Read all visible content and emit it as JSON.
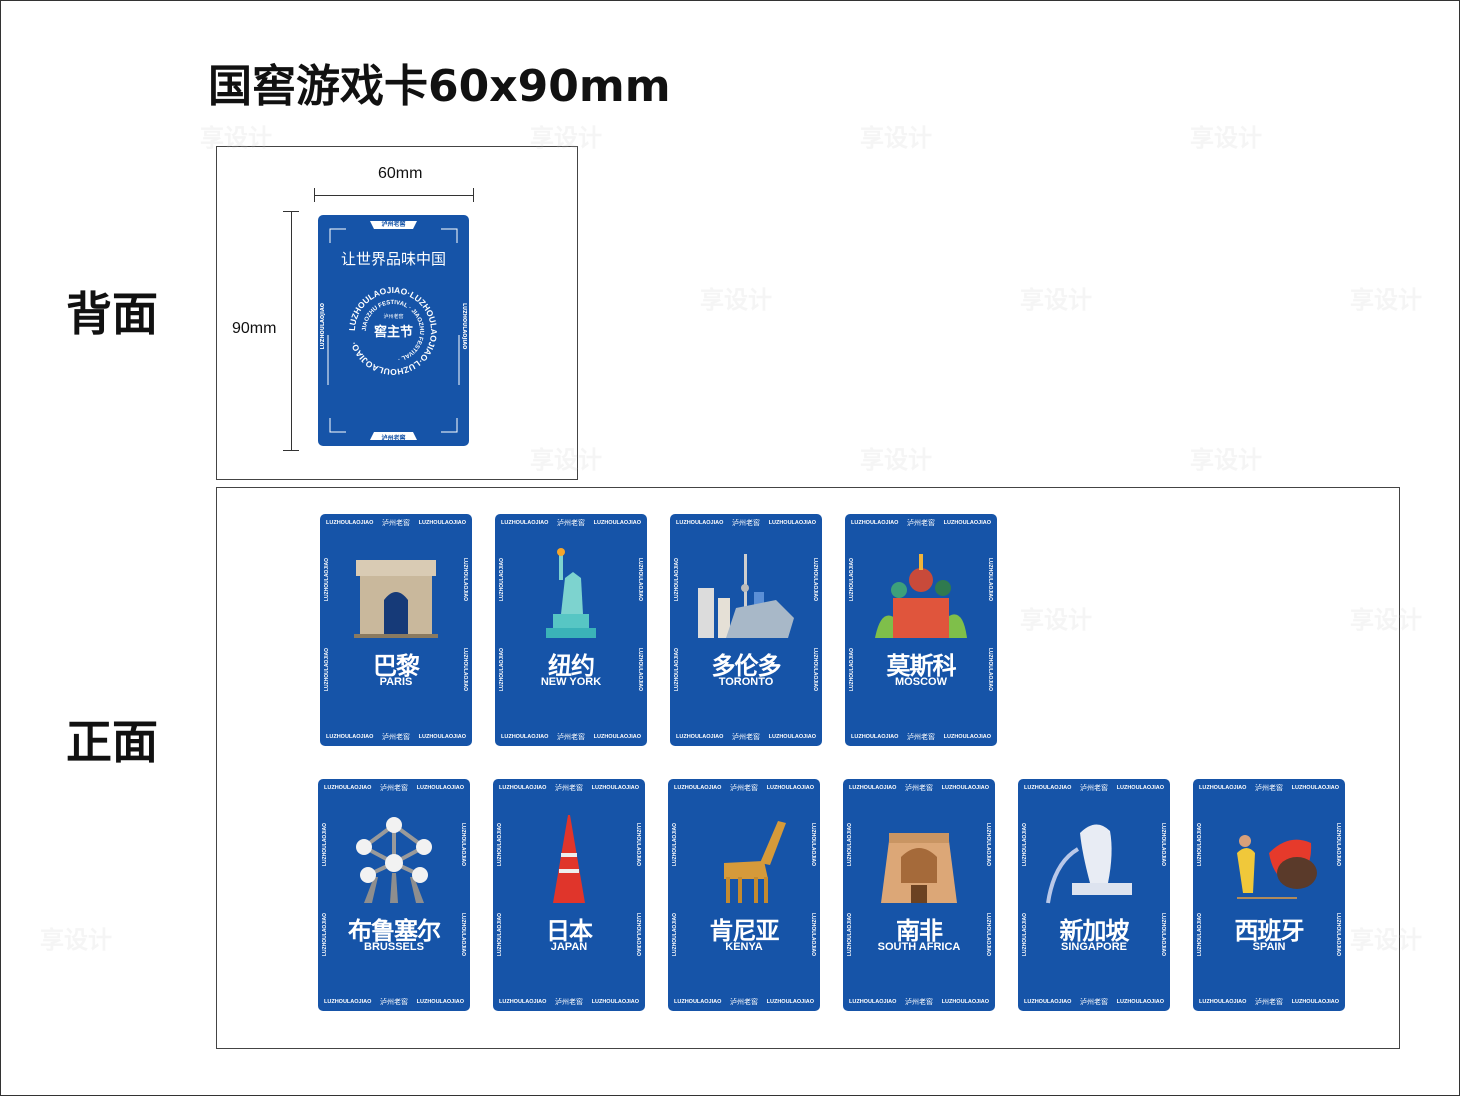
{
  "title": "国窖游戏卡60x90mm",
  "labels": {
    "back": "背面",
    "front": "正面"
  },
  "dimensions": {
    "width": "60mm",
    "height": "90mm"
  },
  "back_card": {
    "logo": "泸州老窖",
    "slogan": "让世界品味中国",
    "ring_text_outer": "LUZHOULAOJIAO·LUZHOULAOJIAO·LUZHOULAOJIAO·",
    "ring_text_inner": "JIAOZHU FESTIVAL JIAOZHU FESTIVAL",
    "center_small": "泸州老窖",
    "center_big": "窖主节",
    "side_text": "LUZHOULAOJIAO"
  },
  "card_common": {
    "corner_text": "LUZHOULAOJIAO",
    "logo": "泸州老窖",
    "side_text": "LUZHOULAOJIAO",
    "side_logo": "泸州老窖"
  },
  "cards": [
    {
      "cn": "巴黎",
      "en": "PARIS",
      "icon": "arc-de-triomphe"
    },
    {
      "cn": "纽约",
      "en": "NEW YORK",
      "icon": "statue-of-liberty"
    },
    {
      "cn": "多伦多",
      "en": "TORONTO",
      "icon": "toronto-skyline"
    },
    {
      "cn": "莫斯科",
      "en": "MOSCOW",
      "icon": "st-basils-cathedral"
    },
    {
      "cn": "布鲁塞尔",
      "en": "BRUSSELS",
      "icon": "atomium"
    },
    {
      "cn": "日本",
      "en": "JAPAN",
      "icon": "tokyo-tower"
    },
    {
      "cn": "肯尼亚",
      "en": "KENYA",
      "icon": "giraffe"
    },
    {
      "cn": "南非",
      "en": "SOUTH AFRICA",
      "icon": "voortrekker-monument"
    },
    {
      "cn": "新加坡",
      "en": "SINGAPORE",
      "icon": "merlion"
    },
    {
      "cn": "西班牙",
      "en": "SPAIN",
      "icon": "matador-bull"
    }
  ],
  "watermark": "享设计",
  "colors": {
    "card_blue": "#1654a8",
    "text": "#111111"
  }
}
